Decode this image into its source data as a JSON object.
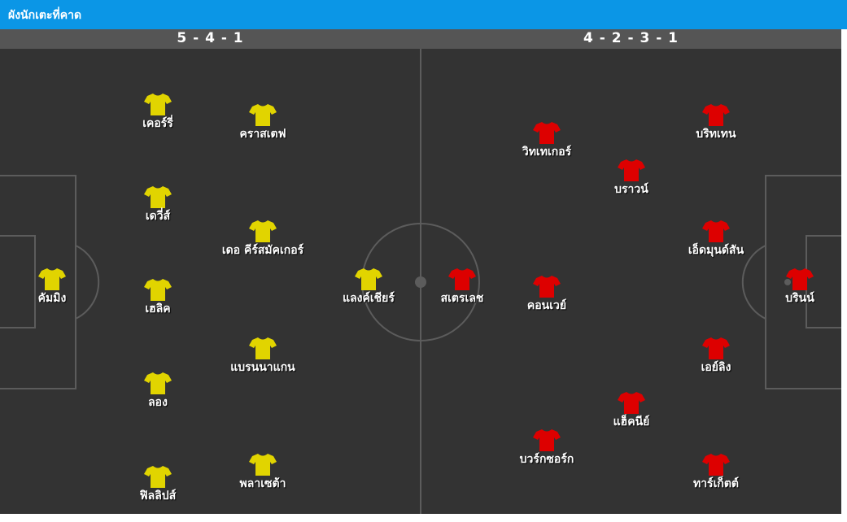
{
  "header": {
    "title": "ผังนักเตะที่คาด"
  },
  "formations": {
    "home": "5 - 4 - 1",
    "away": "4 - 2 - 3 - 1"
  },
  "colors": {
    "home_shirt": "#e1d400",
    "away_shirt": "#dd0000",
    "pitch": "#333333",
    "header": "#0b96e6"
  },
  "home_players": [
    {
      "name": "คัมมิง"
    },
    {
      "name": "เคอร์รี่"
    },
    {
      "name": "เดวี่ส์"
    },
    {
      "name": "เฮลิค"
    },
    {
      "name": "ลอง"
    },
    {
      "name": "ฟิลลิปส์"
    },
    {
      "name": "คราสเตฟ"
    },
    {
      "name": "เดอ คีร์สมัคเกอร์"
    },
    {
      "name": "แบรนนาแกน"
    },
    {
      "name": "พลาเซต้า"
    },
    {
      "name": "แลงค์เชียร์"
    }
  ],
  "away_players": [
    {
      "name": "บรินน์"
    },
    {
      "name": "บริทเทน"
    },
    {
      "name": "เอ็ดมุนด์สัน"
    },
    {
      "name": "เอย์ลิง"
    },
    {
      "name": "ทาร์เก็ตต์"
    },
    {
      "name": "บราวน์"
    },
    {
      "name": "แฮ็คนีย์"
    },
    {
      "name": "วิทเทเกอร์"
    },
    {
      "name": "คอนเวย์"
    },
    {
      "name": "บวร์กซอร์ก"
    },
    {
      "name": "สเตรเลช"
    }
  ]
}
